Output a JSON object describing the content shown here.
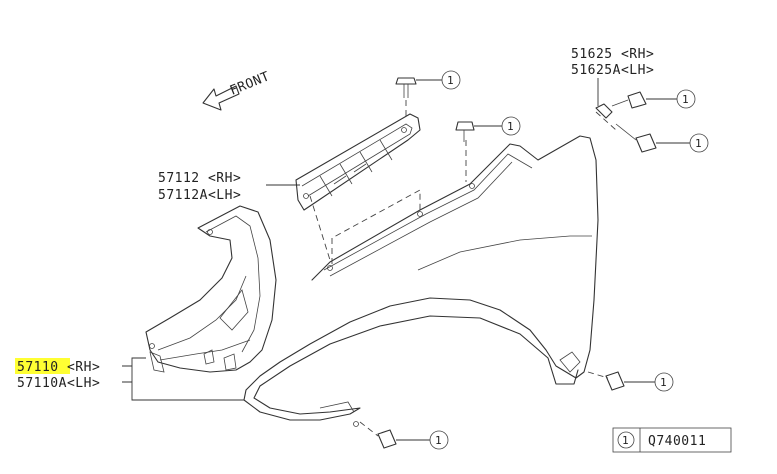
{
  "direction_label": "FRONT",
  "parts": {
    "fender": {
      "number_rh": "57110 <RH>",
      "number_lh": "57110A<LH>"
    },
    "bracket": {
      "number_rh": "57112 <RH>",
      "number_lh": "57112A<LH>"
    },
    "clip": {
      "number_rh": "51625 <RH>",
      "number_lh": "51625A<LH>"
    }
  },
  "callout": "1",
  "reference": {
    "callout": "1",
    "code": "Q740011"
  },
  "colors": {
    "highlight": "#ffff33",
    "line": "#333333"
  }
}
